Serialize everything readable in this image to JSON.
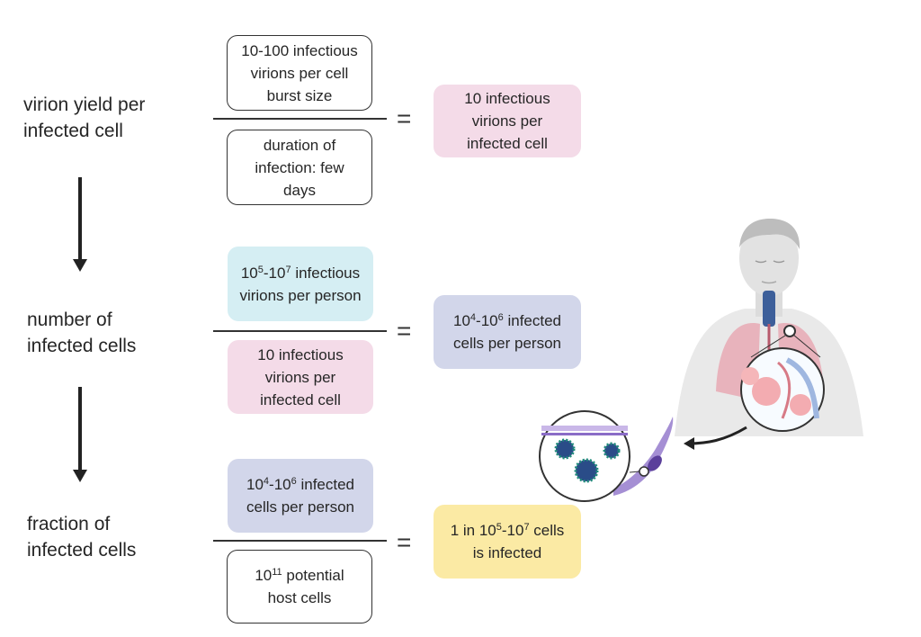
{
  "rows": [
    {
      "label_lines": [
        "virion yield per",
        "infected cell"
      ],
      "numerator_lines": [
        "10-100 infectious",
        "virions per cell",
        "burst size"
      ],
      "denominator_lines": [
        "duration of",
        "infection: few",
        "days"
      ],
      "result_lines": [
        "10 infectious",
        "virions per",
        "infected cell"
      ]
    },
    {
      "label_lines": [
        "number of",
        "infected cells"
      ],
      "numerator": {
        "base1": "10",
        "exp1": "5",
        "mid": "-10",
        "exp2": "7",
        "rest": " infectious"
      },
      "numerator_line2": "virions per person",
      "denominator_lines": [
        "10 infectious",
        "virions per",
        "infected cell"
      ],
      "result": {
        "base1": "10",
        "exp1": "4",
        "mid": "-10",
        "exp2": "6",
        "rest": " infected"
      },
      "result_line2": "cells per person"
    },
    {
      "label_lines": [
        "fraction of",
        "infected cells"
      ],
      "numerator": {
        "base1": "10",
        "exp1": "4",
        "mid": "-10",
        "exp2": "6",
        "rest": " infected"
      },
      "numerator_line2": "cells per person",
      "denominator": {
        "base": "10",
        "exp": "11",
        "rest": " potential"
      },
      "denominator_line2": "host cells",
      "result": {
        "pre": "1 in ",
        "base1": "10",
        "exp1": "5",
        "mid": "-10",
        "exp2": "7",
        "rest": " cells"
      },
      "result_line2": "is infected"
    }
  ],
  "equals_sign": "=",
  "colors": {
    "pink": "#f4dbe8",
    "cyan": "#d5eef3",
    "lavender": "#d2d6ea",
    "yellow": "#fbeaa4",
    "outline": "#333333"
  },
  "illustration": {
    "icons": [
      "human-figure-icon",
      "lungs-icon",
      "alveoli-icon",
      "virus-particle-icon",
      "infected-cell-icon"
    ]
  }
}
